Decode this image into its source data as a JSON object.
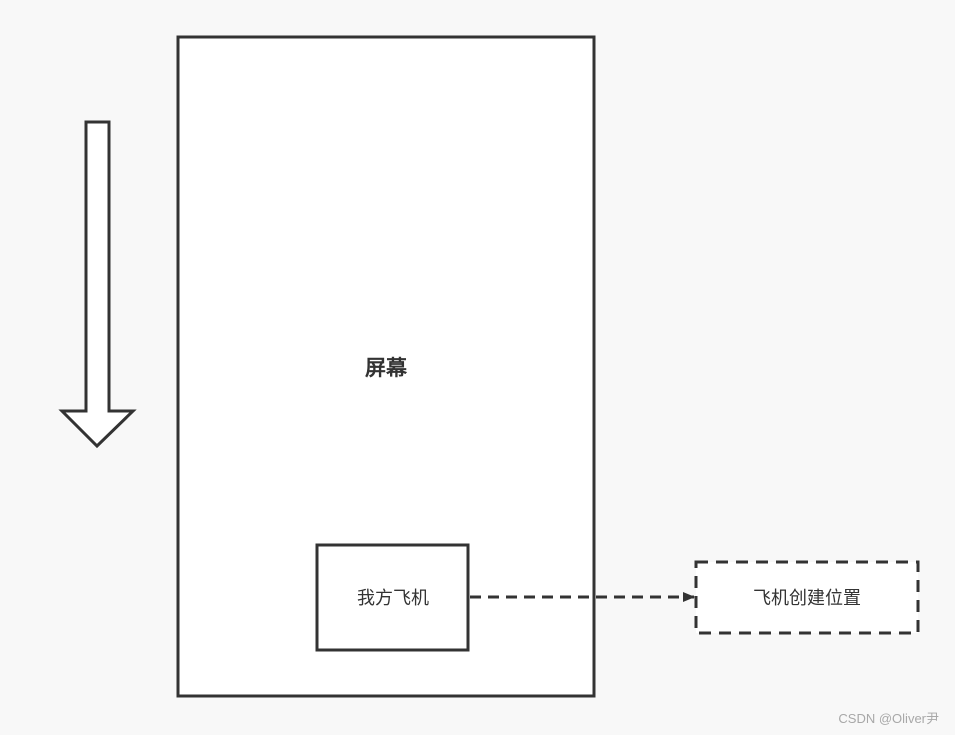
{
  "diagram": {
    "screen_label": "屏幕",
    "player_plane_label": "我方飞机",
    "spawn_position_label": "飞机创建位置"
  },
  "colors": {
    "background": "#f8f8f8",
    "stroke": "#333333",
    "box_fill": "#ffffff"
  },
  "watermark": "CSDN @Oliver尹"
}
